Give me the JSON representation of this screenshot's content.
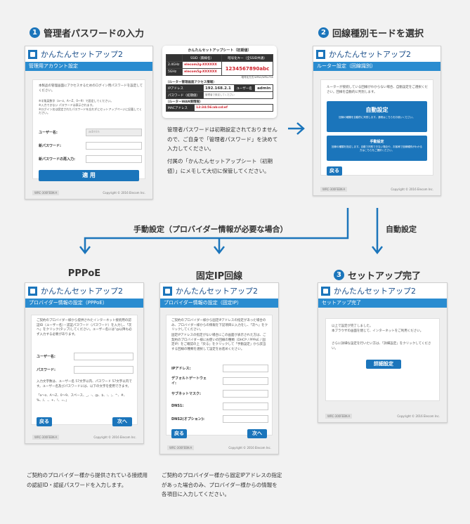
{
  "steps": {
    "step1": {
      "number": "1",
      "title": "管理者パスワードの入力"
    },
    "step2": {
      "number": "2",
      "title": "回線種別モードを選択"
    },
    "step3": {
      "number": "3",
      "title": "セットアップ完了"
    }
  },
  "labels": {
    "manual": "手動設定（プロバイダー情報が必要な場合）",
    "auto": "自動設定",
    "pppoe": "PPPoE",
    "static": "固定IP回線"
  },
  "app_title": "かんたんセットアップ2",
  "footer": {
    "model": "WRC-300FEBK-A",
    "copyright": "Copyright © 2016 Elecom Inc."
  },
  "win1": {
    "bar": "管理用アカウント設定",
    "intro": "本製品の管理画面にアクセスするためのログイン用パスワードを設定してください。",
    "notes": [
      "※半角英数字（a～z、A～Z、0～9）で設定してください。",
      "※入力できない パスワードは表示されます。",
      "※ログイン名は設定されたパスワードを忘れずにセットアップページに記載してください。"
    ],
    "user_label": "ユーザー名:",
    "user_value": "admin",
    "pass_label": "新パスワード:",
    "pass2_label": "新パスワードの再入力:",
    "apply": "適 用"
  },
  "sheet": {
    "title": "かんたんセットアップシート（初期値）",
    "col_ssid": "SSID（無線名）",
    "col_key": "暗号化キー（全SSID共通）",
    "band1": "2.4GHz",
    "ssid1": "elecom2g-XXXXXX",
    "band2": "5GHz",
    "ssid2": "elecom5g-XXXXXX",
    "key": "1234567890abc",
    "key_note": "暗号化方式:WPA2/WPA-PSK",
    "router_section": "（ルーター管理画面アクセス情報）",
    "ip_label": "IPアドレス",
    "ip": "192.168.2.1",
    "user_label": "ユーザー名",
    "user": "admin",
    "pass_label": "パスワード（初期値）",
    "pass_note": "管理者で設定してください",
    "wan_section": "（ルーターWAN側情報）",
    "mac_label": "MACアドレス",
    "mac": "12:34:56:ab:cd:ef"
  },
  "desc1": "管理者パスワードは初期設定されておりませんので、ご自身で「管理者パスワード」を決めて入力してください。",
  "desc1b": "付属の「かんたんセットアップシート（初期値）」にメモして大切に保管してください。",
  "win2": {
    "bar": "ルーター設定（回線識別）",
    "intro": "ルーターが接続している回線がわからない場合、自動設定をご選択ください。回線を自動的に判別します。",
    "auto_title": "自動設定",
    "auto_desc": "回線の種類を自動的に判別します。通常はこちらをお使いください。",
    "manual_title": "手動設定",
    "manual_desc": "回線の種類を指定します。自動で判別できない場合や、お客様で回線種別がわかる方はこちらをご選択ください。",
    "back": "戻る"
  },
  "win3": {
    "bar": "プロバイダー情報の設定（PPPoE）",
    "intro": "ご契約のプロバイダー様から提供されたインターネット接続用の認証ID（ユーザー名）・認証パスワード（パスワード）を入力し、「次へ」をクリック(タップ)してください。ユーザー名には\"@以降も必ず入力する必要があります。",
    "user_label": "ユーザー名:",
    "pass_label": "パスワード:",
    "note": "入力文字数は、ユーザー名 57文字以内、パスワード 57文字以内です。ユーザー名及びパスワードには、以下の文字を使用できます。",
    "chars": "「a～z、A～Z、0～9、スペース、_、-、@、$、:、;、^、#、%、/、.、+、!、=、」",
    "back": "戻る",
    "next": "次へ"
  },
  "win4": {
    "bar": "プロバイダー情報の設定（固定IP）",
    "intro": "ご契約のプロバイダー様から固定IPアドレスの指定があった場合のみ、プロバイダー様からの情報を下記項目に入力をし、「次へ」をクリックしてください。",
    "intro2": "固定IPアドレスの指定がない場合にこの画面が表示された方は、ご契約のプロバイダー様にお使いの回線の種類（DHCP / PPPoE / 固定IP）をご確認の上「戻る」をクリックして「手動設定」から該当する回線の種類を選択して設定をお進めください。",
    "f1": "IPアドレス:",
    "f2": "デフォルトゲートウェイ:",
    "f3": "サブネットマスク:",
    "f4": "DNS1:",
    "f5": "DNS2(オプション):",
    "back": "戻る",
    "next": "次へ"
  },
  "win5": {
    "bar": "セットアップ完了",
    "line1": "以上で設定が完了しました。",
    "line2": "本ブラウザの画面を閉じて、インターネットをご利用ください。",
    "line3": "さらに詳細な設定を行いたい方は、「詳細設定」をクリックしてください。",
    "detail": "詳細設定"
  },
  "desc_pppoe": "ご契約のプロバイダー様から提供されている接続用の認証ID・認証パスワードを入力します。",
  "desc_static": "ご契約のプロバイダー様から固定IPアドレスの指定があった場合のみ、プロバイダー様からの情報を各項目に入力してください。"
}
